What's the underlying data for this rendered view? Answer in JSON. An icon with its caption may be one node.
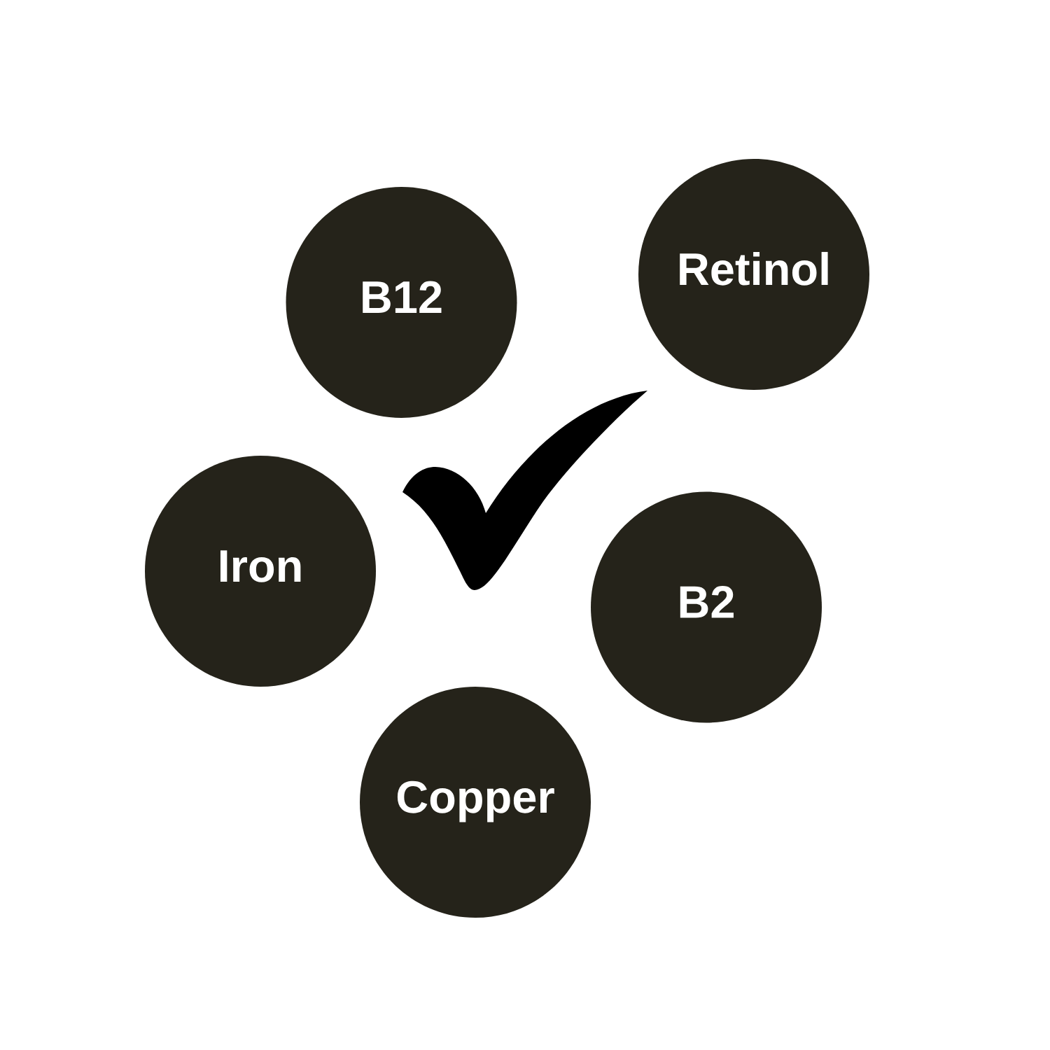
{
  "diagram": {
    "nodes": [
      {
        "text": [
          "B12"
        ]
      },
      {
        "text": [
          "Retinol"
        ]
      },
      {
        "text": [
          "Iron"
        ]
      },
      {
        "text": [
          "B2"
        ]
      },
      {
        "text": [
          "Copper"
        ]
      }
    ]
  }
}
